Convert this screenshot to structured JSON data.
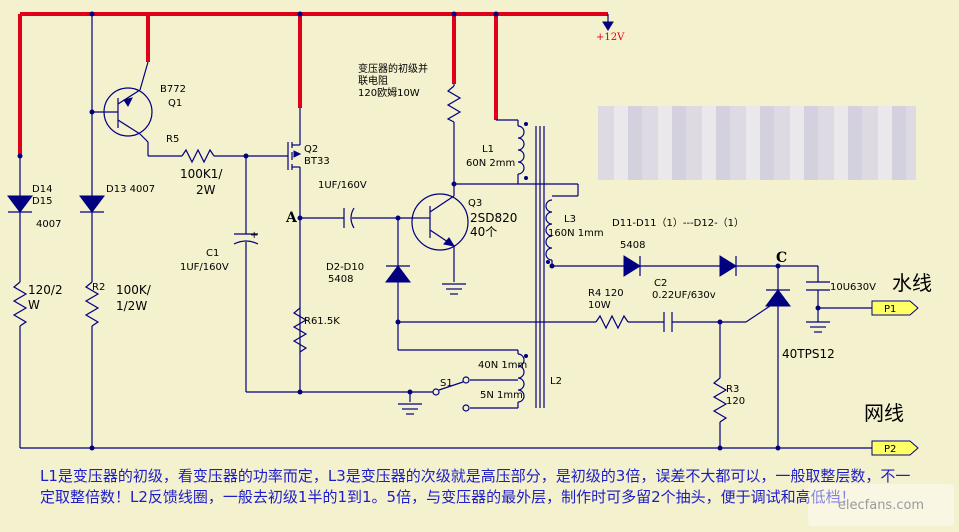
{
  "supply": {
    "label": "+12V"
  },
  "labels": {
    "q1_part": "B772",
    "q1_ref": "Q1",
    "r5": "R5",
    "r5_val_1": "100K1/",
    "r5_val_2": "2W",
    "q2_ref": "Q2",
    "q2_part": "BT33",
    "cap_1uf": "1UF/160V",
    "node_a": "A",
    "c1_ref": "C1",
    "c1_val": "1UF/160V",
    "d2_ref": "D2-D10",
    "d2_val": "5408",
    "r6": "R61.5K",
    "q3_ref": "Q3",
    "q3_part": "2SD820",
    "q3_gain": "40个",
    "xfmr_note_1": "变压器的初级并",
    "xfmr_note_2": "联电阻",
    "xfmr_note_3": "120欧姆10W",
    "l1_ref": "L1",
    "l1_val": "60N 2mm",
    "l3_ref": "L3",
    "l3_val": "160N 1mm",
    "l2_ref": "L2",
    "d14_ref": "D14",
    "d15_ref": "D15",
    "d15_val": "4007",
    "d13": "D13 4007",
    "r_left_1": "120/2",
    "r_left_2": "W",
    "r2_ref": "R2",
    "r2_val_1": "100K/",
    "r2_val_2": "1/2W",
    "tap_40n": "40N 1mm",
    "tap_5n": "5N 1mm",
    "s1": "S1",
    "d11_d12": "D11-D11（1）---D12-（1）",
    "d11_val": "5408",
    "c2_ref": "C2",
    "c2_val": "0.22UF/630v",
    "r4_ref": "R4 120",
    "r4_val": "10W",
    "node_c": "C",
    "cap_10u": "10U630V",
    "water_line": "水线",
    "net_line": "网线",
    "p1": "P1",
    "p2": "P2",
    "triac": "40TPS12",
    "r3_ref": "R3",
    "r3_val": "120"
  },
  "note": "L1是变压器的初级，看变压器的功率而定，L3是变压器的次级就是高压部分，是初级的3倍，误差不大都可以，一般取整层数，不一定取整倍数！L2反馈线圈，一般去初级1半的1到1。5倍，与变压器的最外层，制作时可多留2个抽头，便于调试和高低档！",
  "watermark": "elecfans.com",
  "colors": {
    "wire": "#000080",
    "supply_rail": "#e0001a",
    "note_text": "#1d1dc8",
    "background": "#f4f1ce"
  }
}
